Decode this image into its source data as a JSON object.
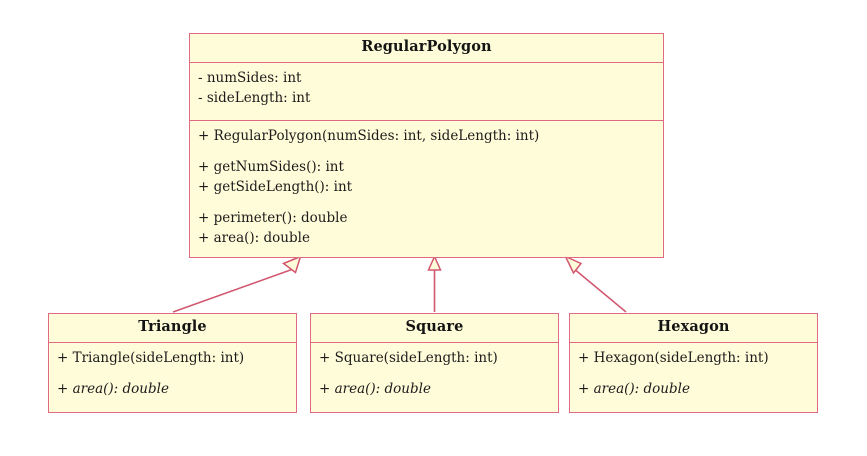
{
  "diagram": {
    "kind": "uml-class-diagram",
    "colors": {
      "box_fill": "#fffcd9",
      "box_border": "#e06a84",
      "arrow_stroke": "#d2566f",
      "arrowhead_fill": "#fffcd9",
      "text": "#1b1b1b",
      "background": "#ffffff"
    },
    "classes": {
      "regularpolygon": {
        "name": "RegularPolygon",
        "attributes": [
          "- numSides: int",
          "- sideLength: int"
        ],
        "constructors": [
          "+ RegularPolygon(numSides: int, sideLength: int)"
        ],
        "accessors": [
          "+ getNumSides(): int",
          "+ getSideLength(): int"
        ],
        "methods": [
          "+ perimeter(): double",
          "+ area(): double"
        ]
      },
      "triangle": {
        "name": "Triangle",
        "constructor": "+ Triangle(sideLength: int)",
        "method": "+ area(): double"
      },
      "square": {
        "name": "Square",
        "constructor": "+ Square(sideLength: int)",
        "method": "+ area(): double"
      },
      "hexagon": {
        "name": "Hexagon",
        "constructor": "+ Hexagon(sideLength: int)",
        "method": "+ area(): double"
      }
    },
    "relationships": [
      {
        "type": "generalization",
        "from": "Triangle",
        "to": "RegularPolygon"
      },
      {
        "type": "generalization",
        "from": "Square",
        "to": "RegularPolygon"
      },
      {
        "type": "generalization",
        "from": "Hexagon",
        "to": "RegularPolygon"
      }
    ]
  }
}
